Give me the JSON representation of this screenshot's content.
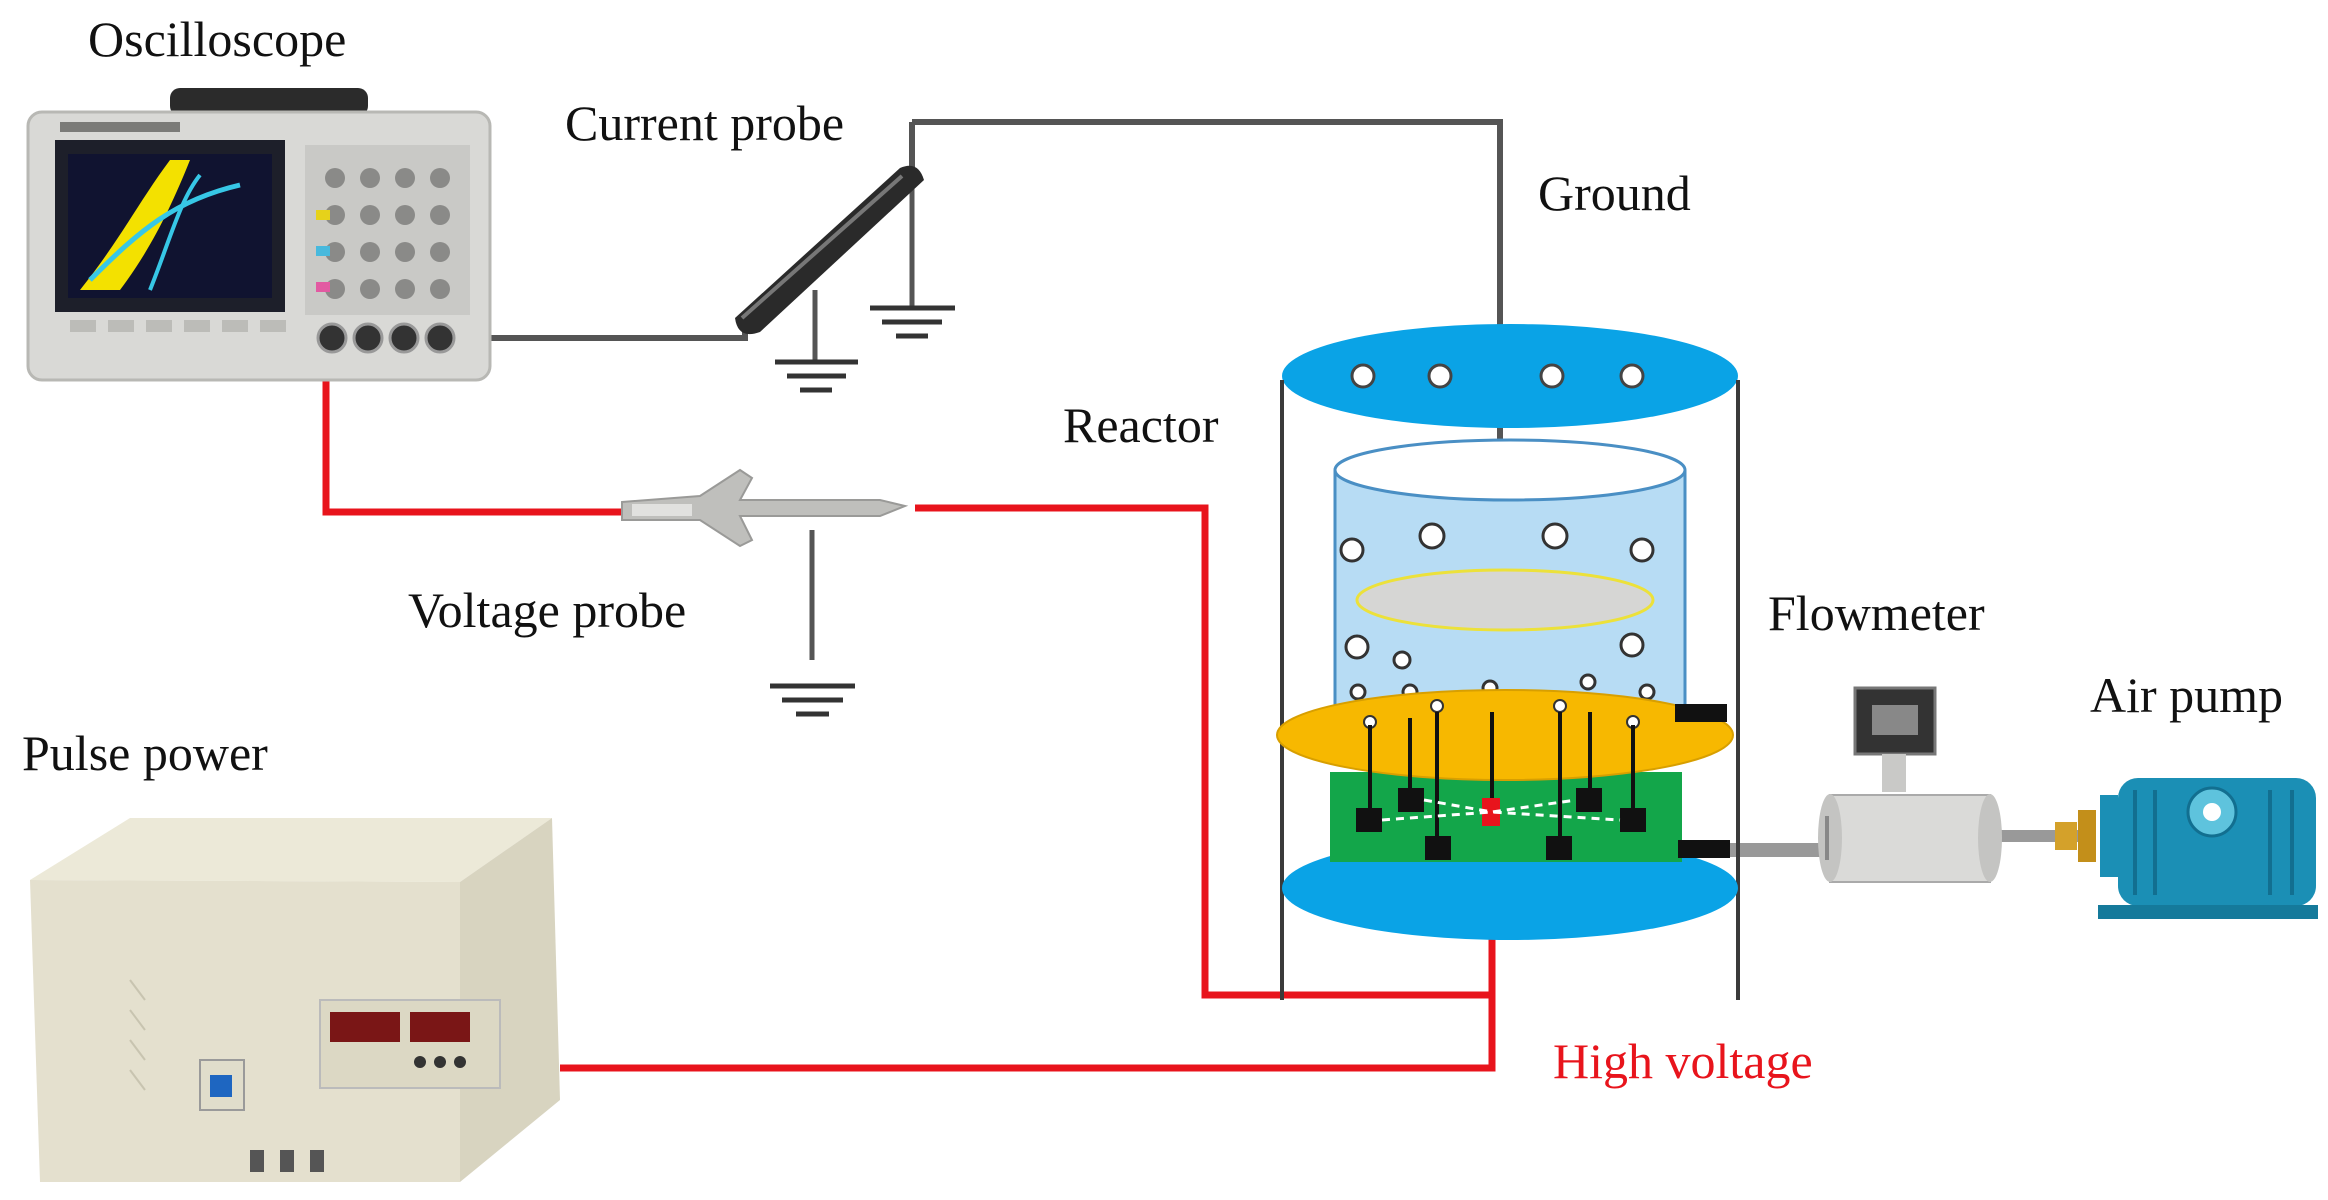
{
  "labels": {
    "oscilloscope": "Oscilloscope",
    "current_probe": "Current probe",
    "ground": "Ground",
    "reactor": "Reactor",
    "voltage_probe": "Voltage probe",
    "flowmeter": "Flowmeter",
    "air_pump": "Air pump",
    "pulse_power": "Pulse power",
    "high_voltage": "High voltage"
  },
  "colors": {
    "high_voltage_wire": "#e8141c",
    "ground_wire": "#555555",
    "reactor_plate": "#0aa3e6",
    "water": "#b7dcf4",
    "electrode_plate": "#f7b800",
    "base_board": "#13a64a",
    "air_pump_body": "#1b8fb5"
  },
  "icons": {
    "oscilloscope": "oscilloscope-device",
    "current_probe": "clamp-current-probe",
    "voltage_probe": "high-voltage-probe",
    "ground": "ground-symbol",
    "reactor": "plasma-reactor",
    "flowmeter": "gas-flowmeter",
    "air_pump": "air-pump",
    "pulse_power": "pulse-power-supply"
  }
}
